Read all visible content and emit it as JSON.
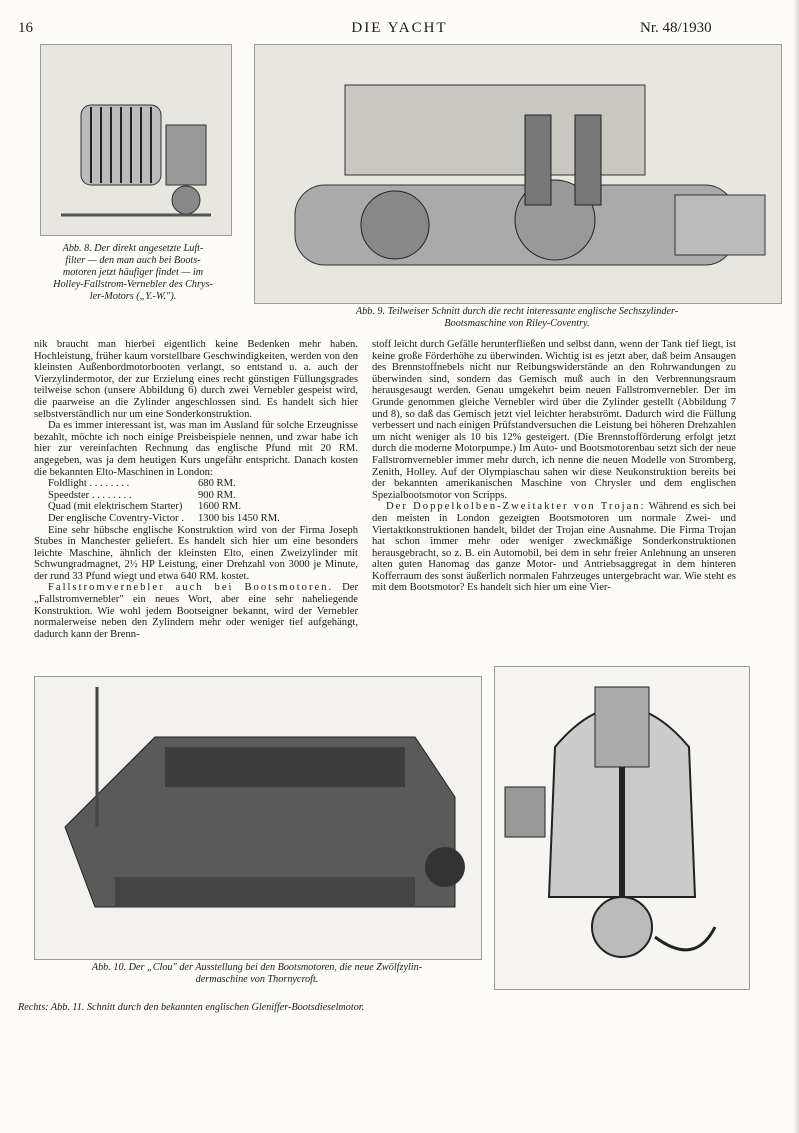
{
  "header": {
    "page": "16",
    "title": "DIE YACHT",
    "issue": "Nr. 48/1930"
  },
  "captions": {
    "abb8": [
      "Abb. 8.  Der direkt angesetzte Luft-",
      "filter — den man auch bei Boots-",
      "motoren jetzt häufiger findet — im",
      "Holley-Fallstrom-Vernebler des Chrys-",
      "ler-Motors („Y.-W.\")."
    ],
    "abb9": [
      "Abb. 9.  Teilweiser Schnitt durch die recht interessante englische Sechszylinder-",
      "Bootsmaschine von Riley-Coventry."
    ],
    "abb10": [
      "Abb. 10.  Der „Clou\" der Ausstellung bei den Bootsmotoren, die neue Zwölfzylin-",
      "dermaschine von Thornycroft."
    ],
    "abb11": "Rechts:  Abb. 11.  Schnitt durch den bekannten englischen Gleniffer-Bootsdieselmotor."
  },
  "left_column": {
    "p1": "nik braucht man hierbei eigentlich keine Bedenken mehr haben. Hochleistung, früher kaum vorstellbare Geschwindigkeiten, werden von den kleinsten Außenbordmotorbooten verlangt, so entstand u. a. auch der Vierzylindermotor, der zur Erzielung eines recht günstigen Füllungsgrades teilweise schon (unsere Abbildung 6) durch zwei Vernebler gespeist wird, die paarweise an die Zylinder angeschlossen sind. Es handelt sich hier selbstverständlich nur um eine Sonderkonstruktion.",
    "p2": "Da es immer interessant ist, was man im Ausland für solche Erzeugnisse bezahlt, möchte ich noch einige Preisbeispiele nennen, und zwar habe ich hier zur vereinfachten Rechnung das englische Pfund mit 20 RM. angegeben, was ja dem heutigen Kurs ungefähr entspricht. Danach kosten die bekannten Elto-Maschinen in London:",
    "prices": [
      {
        "name": "Foldlight  . . . . . . . .",
        "price": "680 RM."
      },
      {
        "name": "Speedster  . . . . . . . .",
        "price": "900 RM."
      },
      {
        "name": "Quad (mit elektrischem Starter)",
        "price": "1600 RM."
      },
      {
        "name": "Der englische Coventry-Victor .",
        "price": "1300 bis 1450 RM."
      }
    ],
    "p3": "Eine sehr hübsche englische Konstruktion wird von der Firma Joseph Stubes in Manchester geliefert. Es handelt sich hier um eine besonders leichte Maschine, ähnlich der kleinsten Elto, einen Zweizylinder mit Schwungradmagnet, 2½ HP Leistung, einer Drehzahl von 3000 je Minute, der rund 33 Pfund wiegt und etwa 640 RM. kostet.",
    "p4_head": "Fallstromvernebler auch bei Bootsmotoren.",
    "p4": " Der „Fallstromvernebler\" ein neues Wort, aber eine sehr naheliegende Konstruktion. Wie wohl jedem Bootseigner bekannt, wird der Vernebler normalerweise neben den Zylindern mehr oder weniger tief aufgehängt, dadurch kann der Brenn-"
  },
  "right_column": {
    "p1": "stoff leicht durch Gefälle herunterfließen und selbst dann, wenn der Tank tief liegt, ist keine große Förderhöhe zu überwinden. Wichtig ist es jetzt aber, daß beim Ansaugen des Brennstoffnebels nicht nur Reibungswiderstände an den Rohrwandungen zu überwinden sind, sondern das Gemisch muß auch in den Verbrennungsraum herausgesaugt werden. Genau umgekehrt beim neuen Fallstromvernebler. Der im Grunde genommen gleiche Vernebler wird über die Zylinder gestellt (Abbildung 7 und 8), so daß das Gemisch jetzt viel leichter herabströmt. Dadurch wird die Füllung verbessert und nach einigen Prüfstandversuchen die Leistung bei höheren Drehzahlen um nicht weniger als 10 bis 12% gesteigert. (Die Brennstofförderung erfolgt jetzt durch die moderne Motorpumpe.) Im Auto- und Bootsmotorenbau setzt sich der neue Fallstromvernebler immer mehr durch, ich nenne die neuen Modelle von Stromberg, Zenith, Holley. Auf der Olympiaschau sahen wir diese Neukonstruktion bereits bei der bekannten amerikanischen Maschine von Chrysler und dem englischen Spezialbootsmotor von Scripps.",
    "p2_head": "Der Doppelkolben-Zweitakter von Trojan:",
    "p2": " Während es sich bei den meisten in London gezeigten Bootsmotoren um normale Zwei- und Viertaktkonstruktionen handelt, bildet der Trojan eine Ausnahme. Die Firma Trojan hat schon immer mehr oder weniger zweckmäßige Sonderkonstruktionen herausgebracht, so z. B. ein Automobil, bei dem in sehr freier Anlehnung an unseren alten guten Hanomag das ganze Motor- und Antriebsaggregat in dem hinteren Kofferraum des sonst äußerlich normalen Fahrzeuges untergebracht war. Wie steht es mit dem Bootsmotor? Es handelt sich hier um eine Vier-"
  },
  "colors": {
    "ink": "#1a1a1a",
    "paper": "#fdfcf9",
    "figure_fill": "#e8e6e0"
  }
}
